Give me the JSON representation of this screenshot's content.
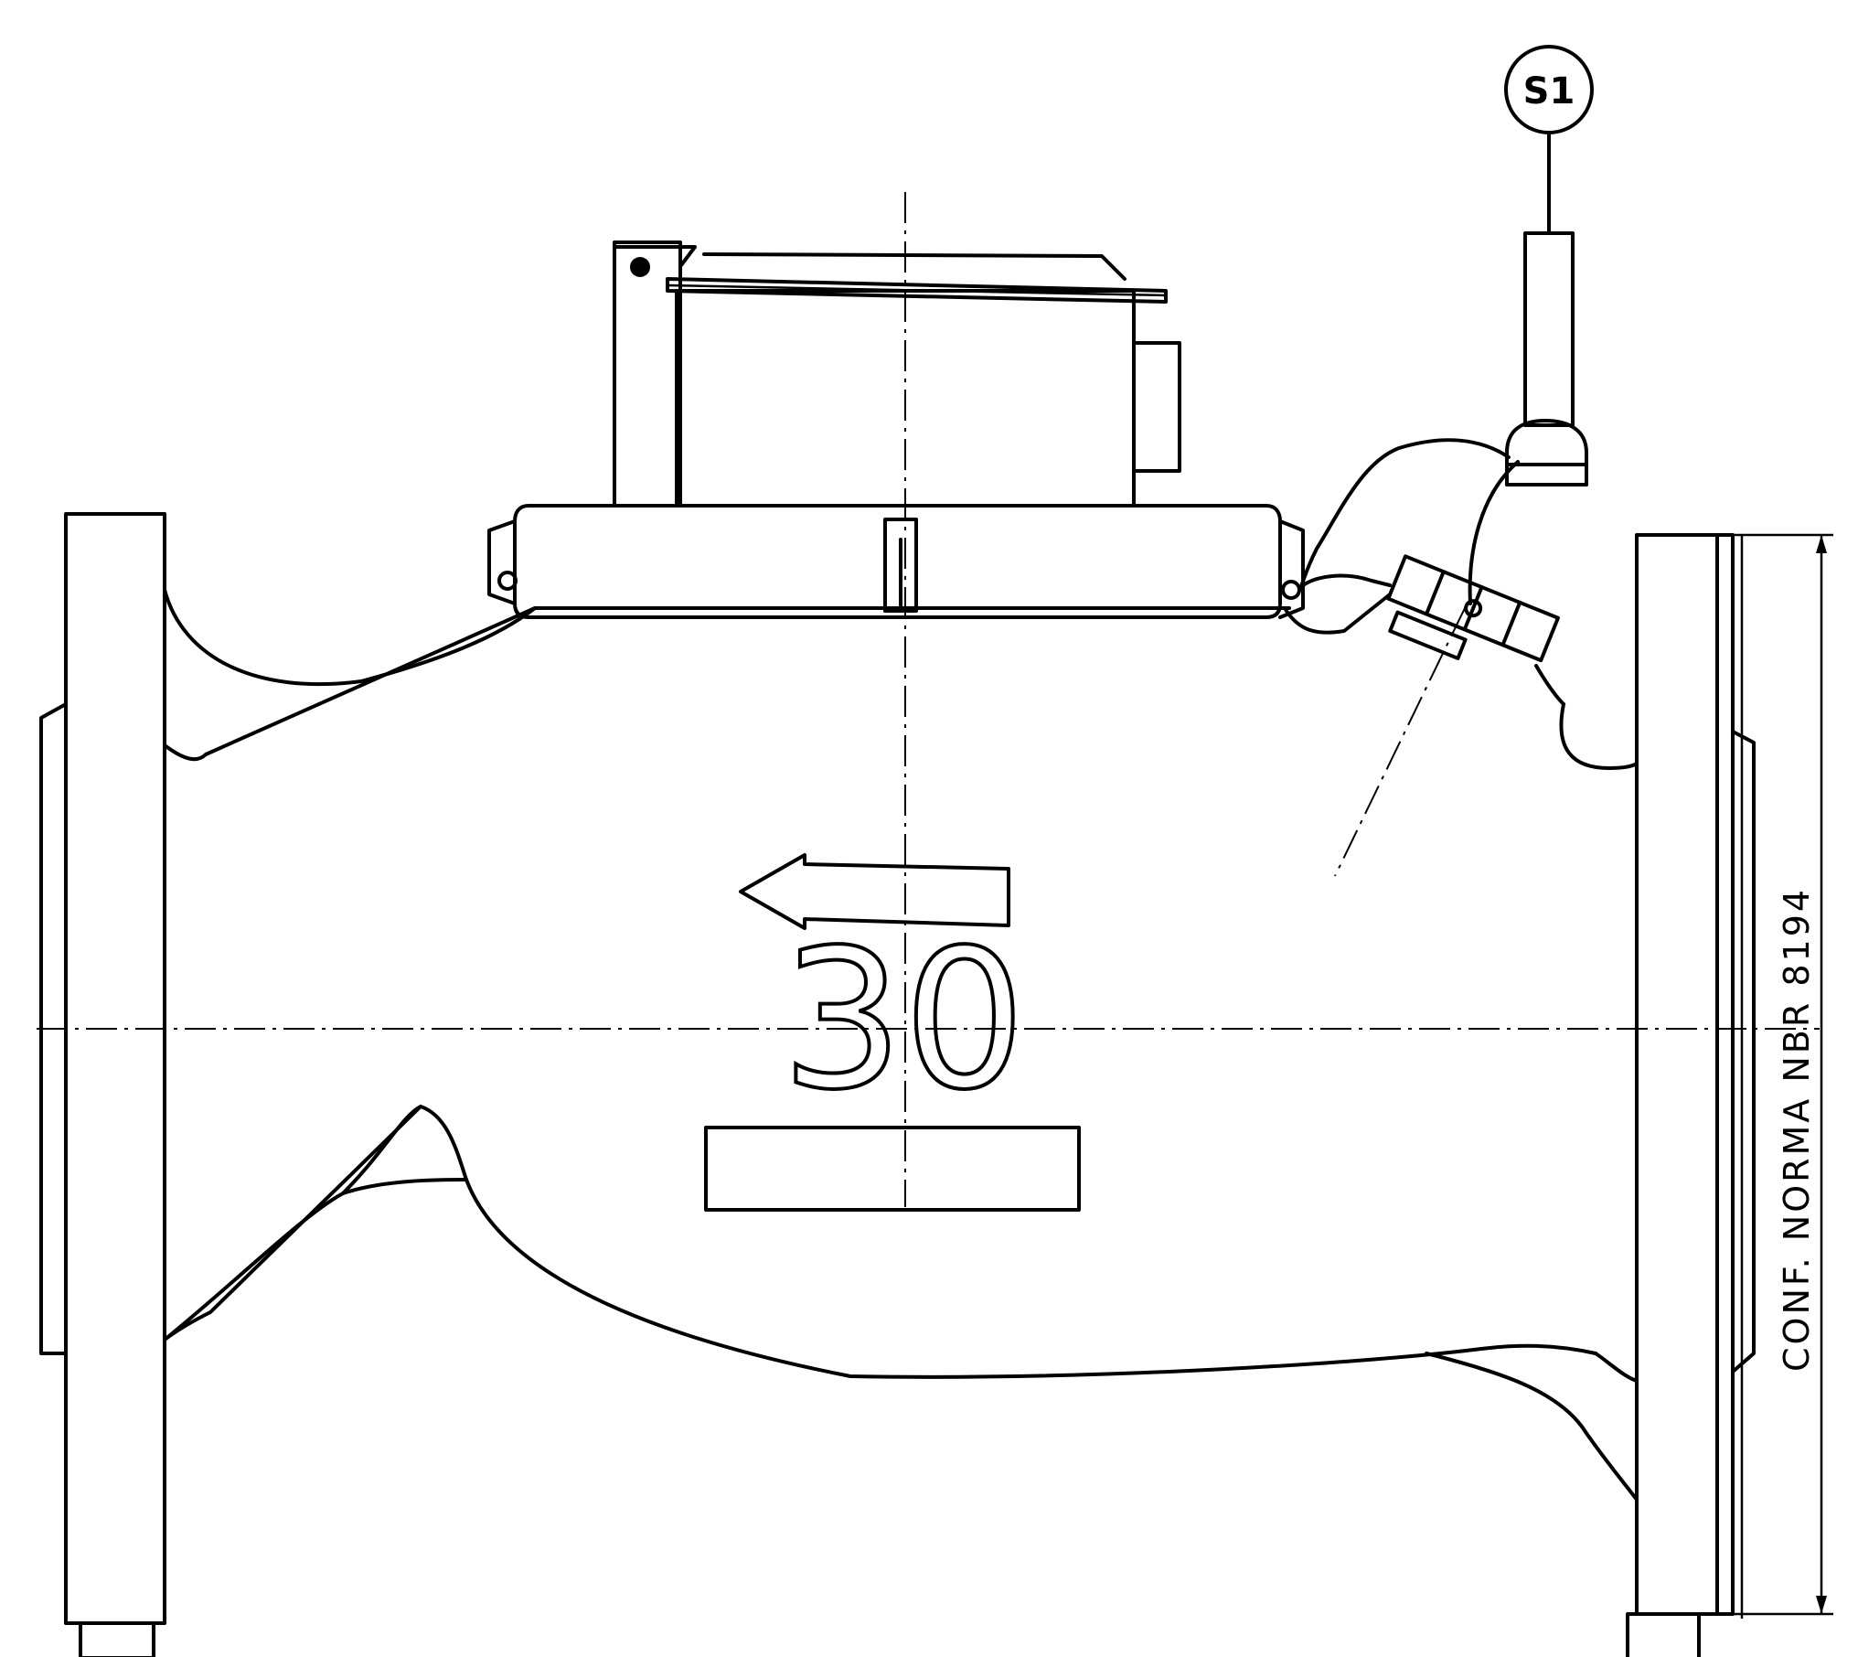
{
  "balloon": {
    "label": "S1"
  },
  "body": {
    "size_marking": "30"
  },
  "side_note": {
    "text": "CONF. NORMA NBR  8194"
  },
  "colors": {
    "line": "#000000",
    "background": "#ffffff"
  }
}
